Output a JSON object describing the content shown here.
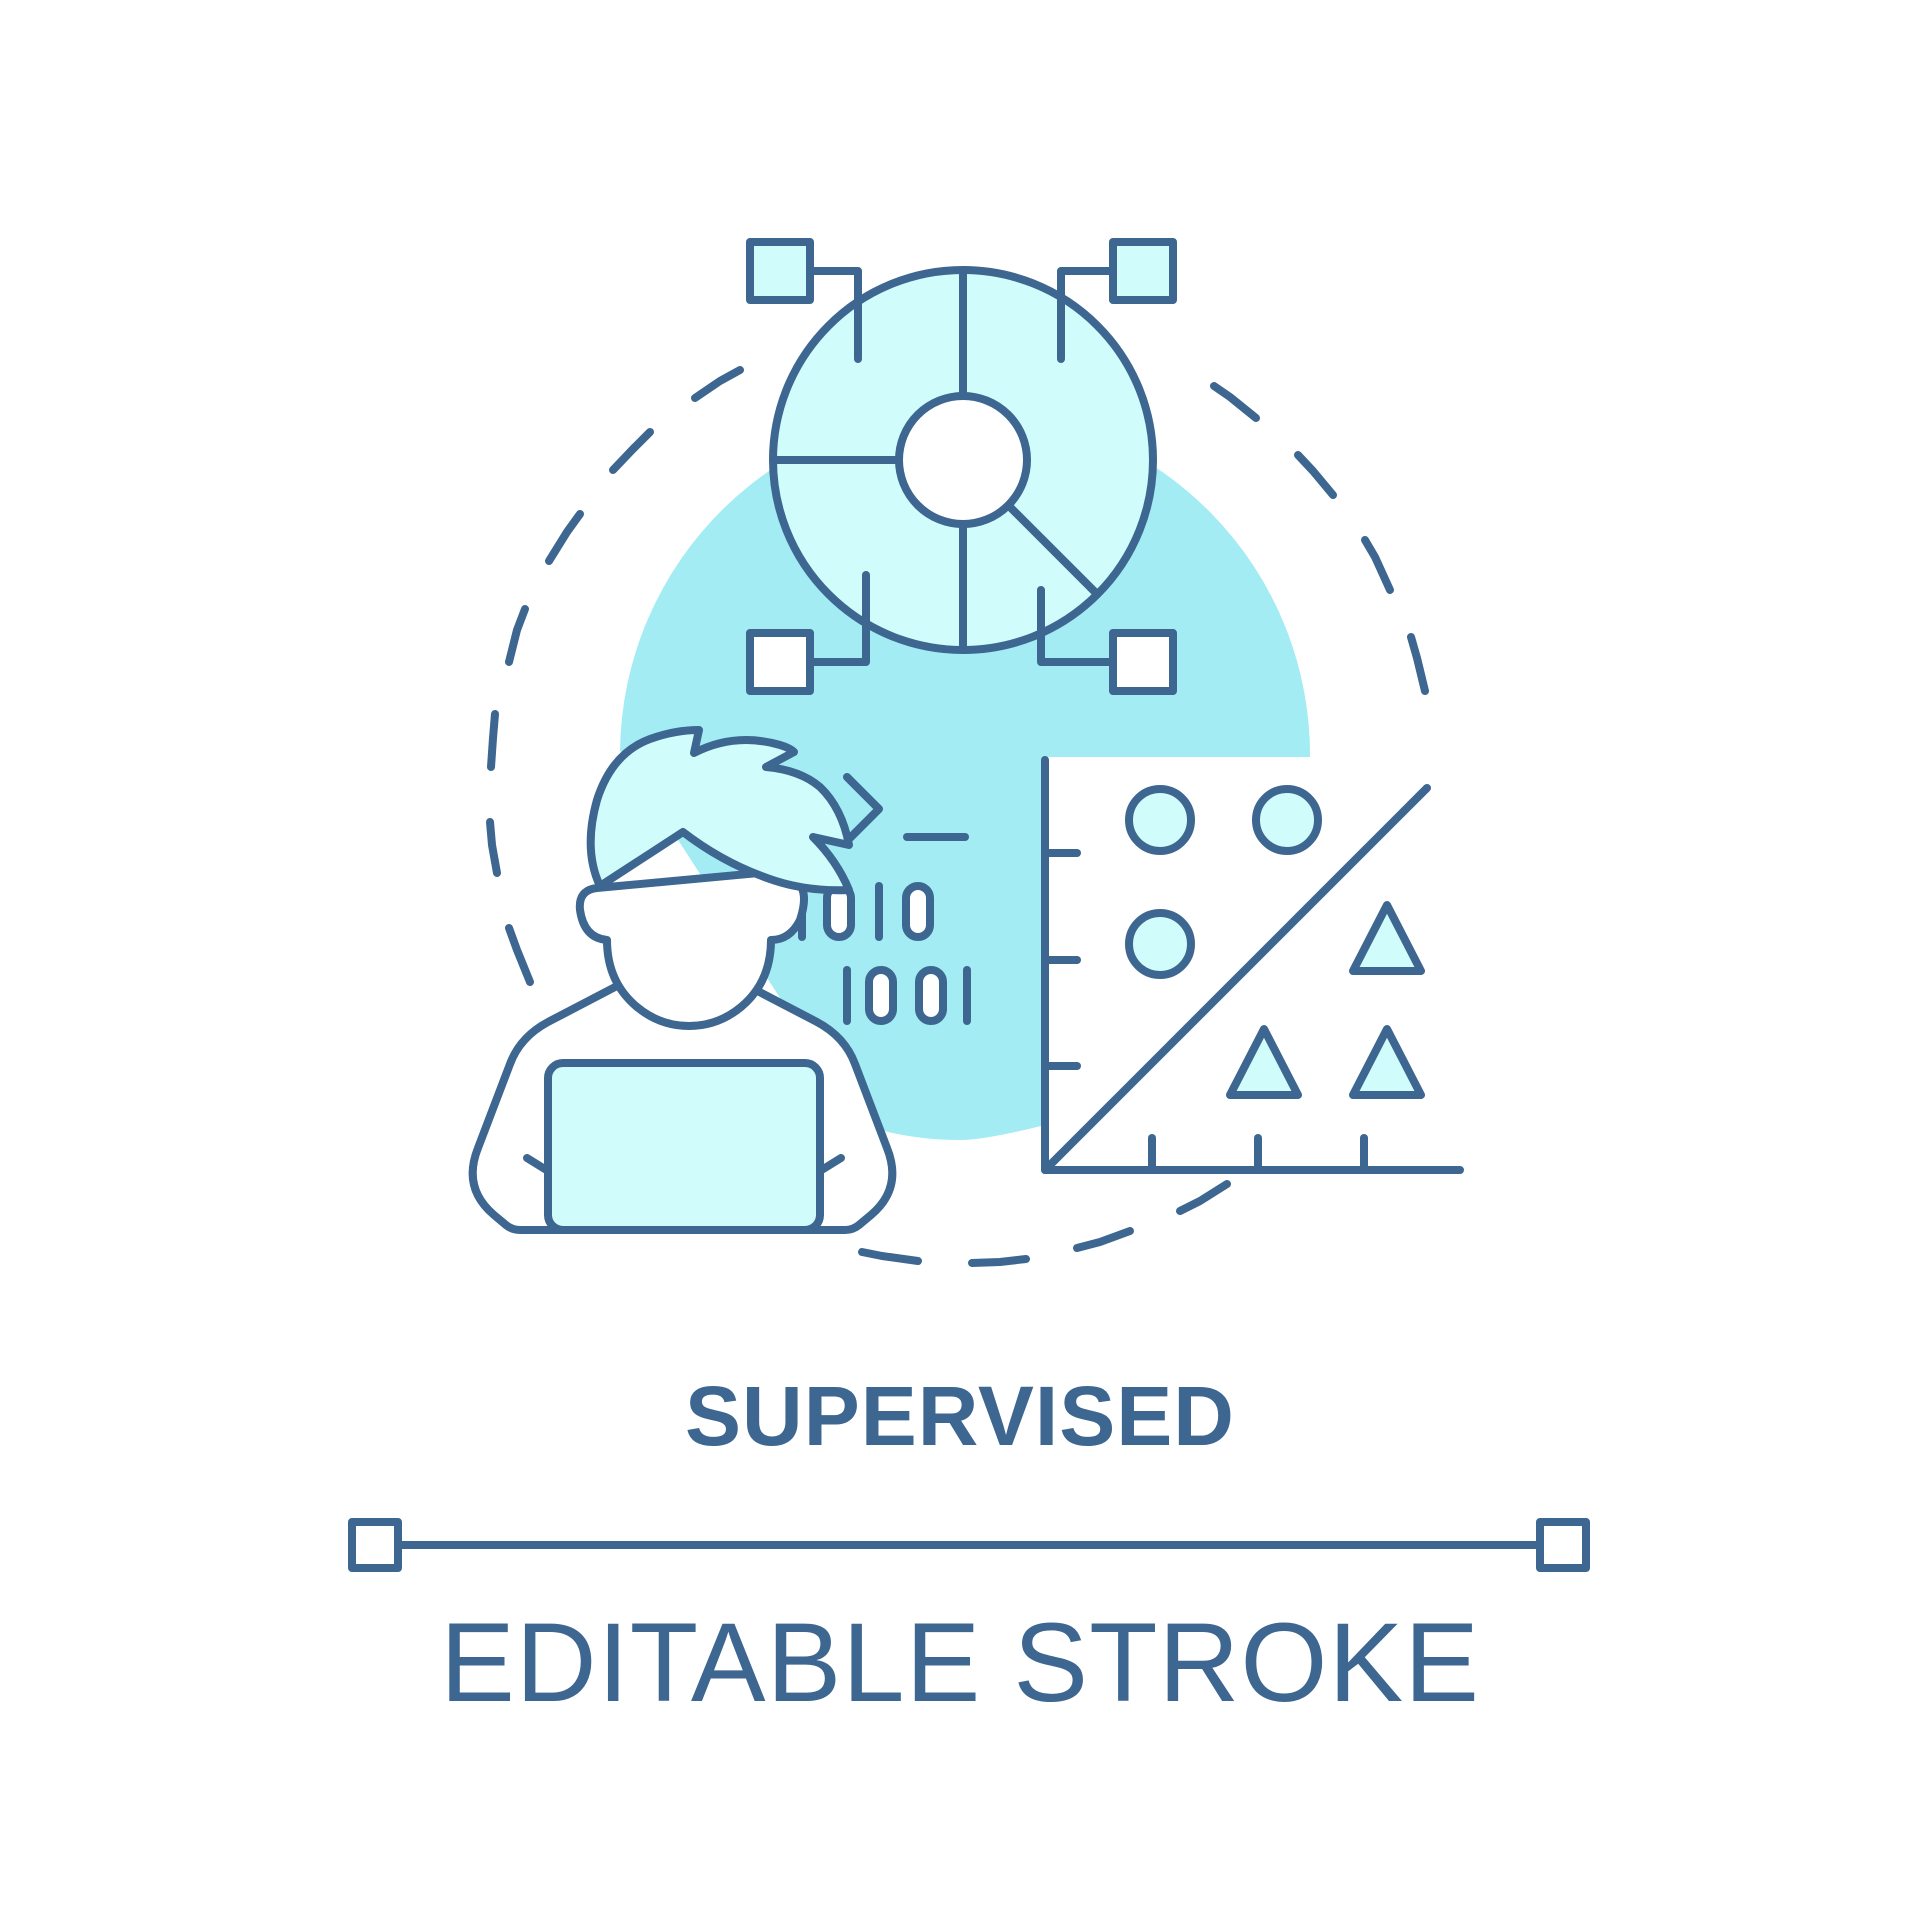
{
  "title": "SUPERVISED",
  "footer_label": "EDITABLE STROKE",
  "binary_lines": [
    "1010",
    "1001"
  ],
  "colors": {
    "stroke": "#3d6690",
    "light_fill": "#d0fcfc",
    "accent_blob": "#a3ecf3",
    "background": "#ffffff"
  },
  "icons": [
    "pie-chart-icon",
    "person-with-laptop-icon",
    "terminal-prompt-icon",
    "scatter-plot-icon",
    "editable-stroke-line-icon"
  ]
}
